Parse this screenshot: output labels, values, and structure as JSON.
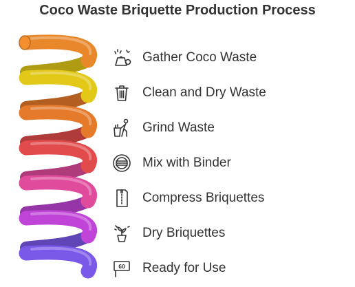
{
  "title": "Coco Waste Briquette Production Process",
  "colors": {
    "coil": [
      "#E8882B",
      "#E2C817",
      "#E57A2B",
      "#E24B4B",
      "#E04B9C",
      "#C044D8",
      "#7A58E8"
    ],
    "text": "#333333"
  },
  "steps": [
    {
      "label": "Gather Coco Waste",
      "icon": "sparkle-bag-icon"
    },
    {
      "label": "Clean and Dry Waste",
      "icon": "trash-bin-icon"
    },
    {
      "label": "Grind Waste",
      "icon": "person-grinding-icon"
    },
    {
      "label": "Mix with Binder",
      "icon": "mixing-bowl-icon"
    },
    {
      "label": "Compress Briquettes",
      "icon": "compressed-block-icon"
    },
    {
      "label": "Dry Briquettes",
      "icon": "drying-plant-icon"
    },
    {
      "label": "Ready for Use",
      "icon": "go-sign-icon"
    }
  ]
}
